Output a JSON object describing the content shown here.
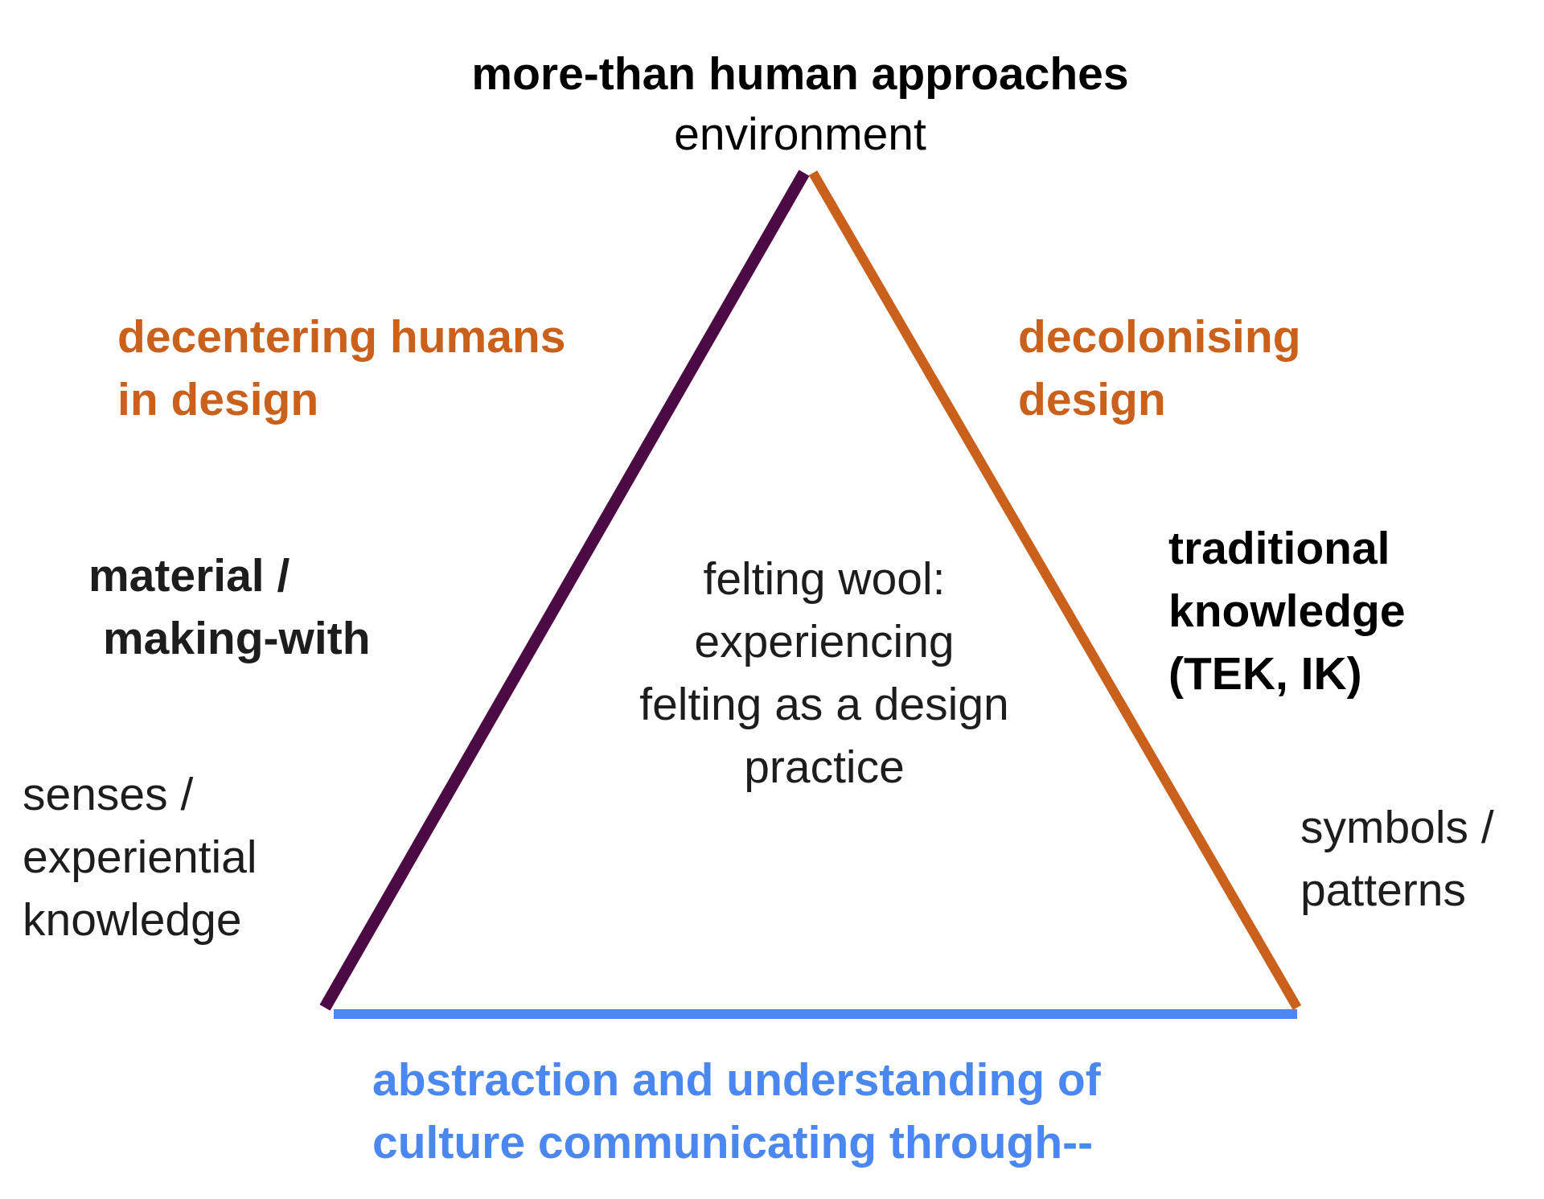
{
  "colors": {
    "left_edge": "#4b0a44",
    "right_edge": "#c9601c",
    "bottom_edge": "#4a87f0",
    "orange_text": "#c9601c",
    "blue_text": "#4a87f0",
    "dark_text": "#1d1d1d"
  },
  "top": {
    "title": "more-than human approaches",
    "subtitle": "environment"
  },
  "left_side": {
    "theme": [
      "decentering humans",
      "in design"
    ],
    "practice": [
      "material /",
      "making-with"
    ],
    "knowledge": [
      "senses /",
      "experiential",
      "knowledge"
    ]
  },
  "right_side": {
    "theme": [
      "decolonising",
      "design"
    ],
    "practice": [
      "traditional",
      "knowledge",
      "(TEK, IK)"
    ],
    "knowledge": [
      "symbols /",
      "patterns"
    ]
  },
  "center": [
    "felting wool:",
    "experiencing",
    "felting as a design",
    "practice"
  ],
  "bottom": [
    "abstraction and understanding of",
    "culture communicating through--"
  ]
}
